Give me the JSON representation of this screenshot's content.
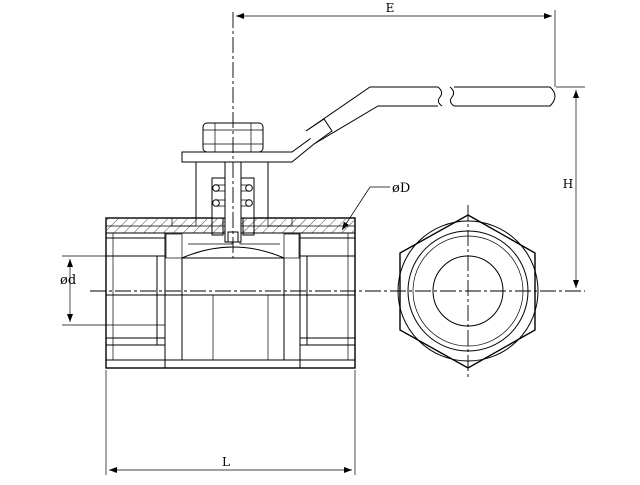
{
  "drawing": {
    "labels": {
      "E": "E",
      "H": "H",
      "D": "øD",
      "d": "ød",
      "L": "L"
    },
    "colors": {
      "line": "#000000",
      "background": "#ffffff"
    }
  }
}
